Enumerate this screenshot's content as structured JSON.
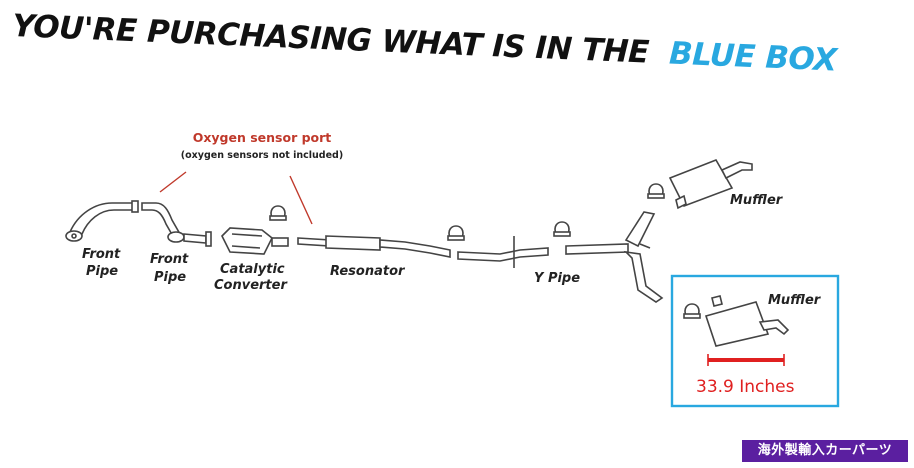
{
  "headline": {
    "part1": "YOU'RE PURCHASING WHAT IS IN THE",
    "part2": "BLUE BOX",
    "color_main": "#111111",
    "color_accent": "#29a8e0"
  },
  "annotations": {
    "sensor_port": "Oxygen sensor port",
    "sensor_note": "(oxygen sensors not included)",
    "sensor_color": "#c0392b"
  },
  "labels": {
    "front_pipe_1": [
      "Front",
      "Pipe"
    ],
    "front_pipe_2": [
      "Front",
      "Pipe"
    ],
    "catalytic": [
      "Catalytic",
      "Converter"
    ],
    "resonator": "Resonator",
    "y_pipe": "Y Pipe",
    "muffler_top": "Muffler",
    "muffler_box": "Muffler"
  },
  "highlight_box": {
    "border_color": "#29a8e0",
    "measurement": "33.9 Inches",
    "measure_color": "#e02020"
  },
  "badge": {
    "text": "海外製輸入カーパーツ",
    "color": "#5b1fa0"
  }
}
